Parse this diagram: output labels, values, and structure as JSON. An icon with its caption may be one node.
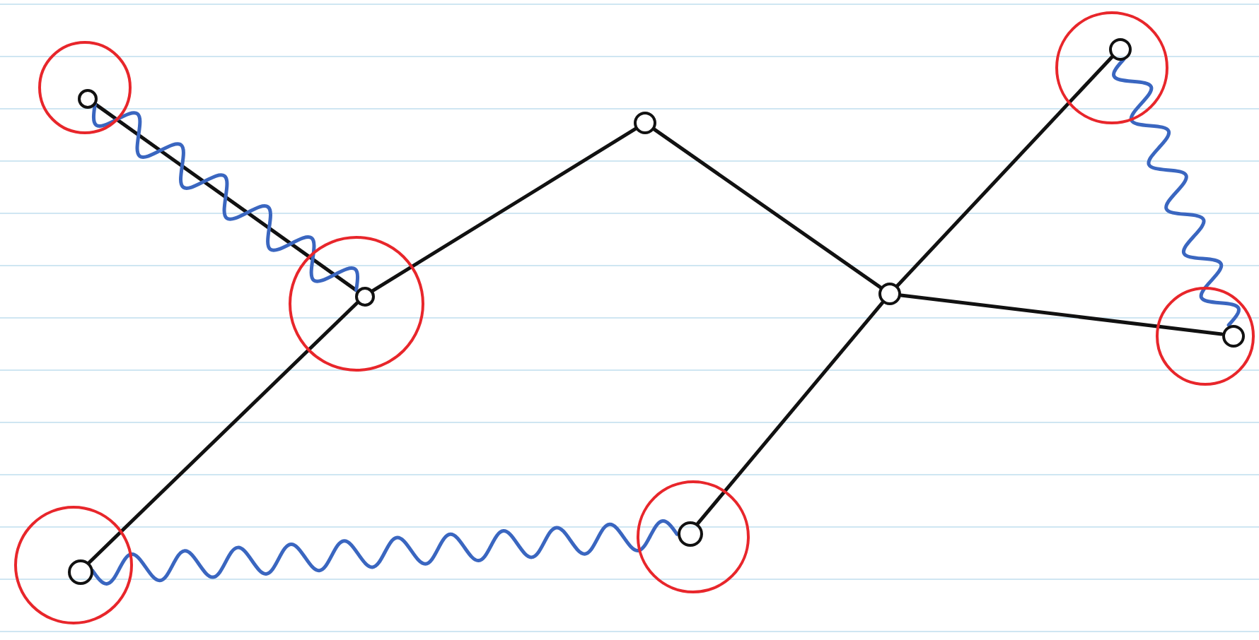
{
  "diagram": {
    "nodes": [
      {
        "text": [],
        "shape": "circle"
      },
      {
        "text": [],
        "shape": "circle",
        "in": 0
      },
      {
        "text": [],
        "shape": "circle"
      },
      {
        "text": [],
        "shape": "circle",
        "in": 2
      },
      {
        "text": [],
        "shape": "circle"
      },
      {
        "text": [],
        "shape": "circle"
      },
      {
        "text": [],
        "shape": "circle",
        "in": 5
      },
      {
        "text": [],
        "shape": "circle"
      },
      {
        "text": [],
        "shape": "circle",
        "in": 7
      },
      {
        "text": [],
        "shape": "circle"
      },
      {
        "text": [],
        "shape": "circle"
      },
      {
        "text": [],
        "shape": "circle",
        "in": 10
      },
      {
        "text": [],
        "shape": "circle"
      },
      {
        "text": [],
        "shape": "circle",
        "in": 12
      }
    ],
    "edges": [
      {
        "from": 1,
        "to": 3,
        "arrow": "none"
      },
      {
        "from": 3,
        "to": 4,
        "arrow": "none"
      },
      {
        "from": 3,
        "to": 6,
        "arrow": "none"
      },
      {
        "from": 4,
        "to": 9,
        "arrow": "none"
      },
      {
        "from": 9,
        "to": 8,
        "arrow": "none"
      },
      {
        "from": 9,
        "to": 11,
        "arrow": "none"
      },
      {
        "from": 9,
        "to": 13,
        "arrow": "none"
      },
      {
        "from": 1,
        "to": 3,
        "arrow": "none",
        "color": "#3a66c0"
      },
      {
        "from": 6,
        "to": 8,
        "arrow": "none",
        "color": "#3a66c0"
      },
      {
        "from": 11,
        "to": 13,
        "arrow": "none",
        "color": "#3a66c0"
      }
    ]
  }
}
